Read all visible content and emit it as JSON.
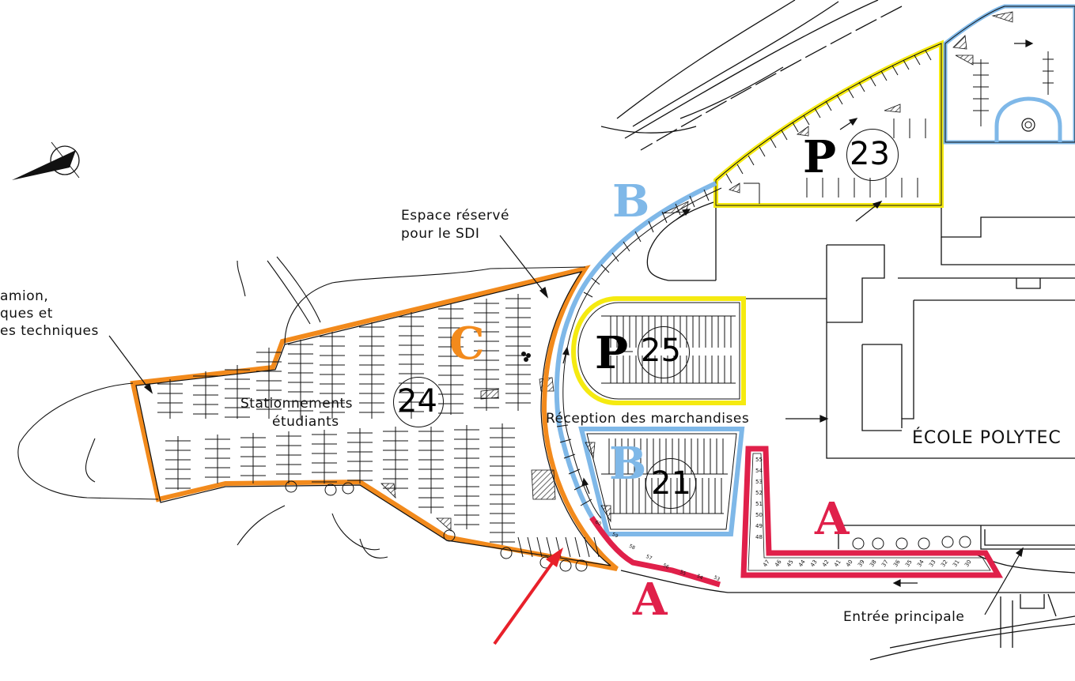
{
  "colors": {
    "zone_a": "#e0204a",
    "zone_b": "#7fb8e8",
    "zone_c": "#f28a1c",
    "yellow": "#f5ea10",
    "line": "#111111",
    "arrow_red": "#e8202a"
  },
  "zones": {
    "a": "A",
    "b": "B",
    "c": "C",
    "p": "P"
  },
  "lots": {
    "p21": "21",
    "p23": "23",
    "p24": "24",
    "p25": "25"
  },
  "labels": {
    "camion": [
      "amion,",
      "ques et",
      "es techniques"
    ],
    "sdi": [
      "Espace réservé",
      "pour le SDI"
    ],
    "etudiants": [
      "Stationnements",
      "étudiants"
    ],
    "reception": "Réception des marchandises",
    "ecole": "ÉCOLE POLYTEC",
    "entree": "Entrée principale"
  },
  "stall_numbers_a_bottom": [
    "47",
    "46",
    "45",
    "44",
    "43",
    "42",
    "41",
    "40",
    "39",
    "38",
    "37",
    "36",
    "35",
    "34",
    "33",
    "32",
    "31",
    "30"
  ],
  "stall_numbers_a_side": [
    "55",
    "54",
    "53",
    "52",
    "51",
    "50",
    "49",
    "48"
  ],
  "stall_numbers_a_curve": [
    "60",
    "59",
    "58",
    "57",
    "56",
    "55",
    "54",
    "53"
  ],
  "icons": {
    "north": "north-arrow-icon",
    "car": "car-icon",
    "tree": "tree-icon"
  }
}
